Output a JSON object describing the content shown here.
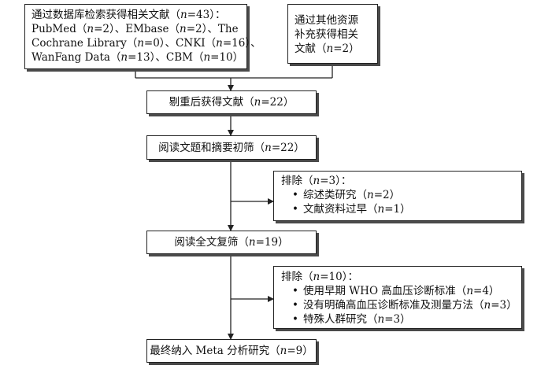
{
  "boxes": {
    "database_search": {
      "line1": "通过数据库检索获得相关文献（n=43）：",
      "line2": "PubMed（n=2）、EMbase（n=2）、The",
      "line3": "Cochrane Library（n=0）、CNKI（n=16）、",
      "line4": "WanFang Data（n=13）、CBM（n=10）"
    },
    "other_sources": {
      "line1": "通过其他资源",
      "line2": "补充获得相关",
      "line3": "文献（n=2）"
    },
    "deduplicated": "剔重后获得文献（n=22）",
    "title_abstract_screen": "阅读文题和摘要初筛（n=22）",
    "exclusion_1": {
      "heading": "排除（n=3）：",
      "items": [
        "综述类研究（n=2）",
        "文献资料过早（n=1）"
      ]
    },
    "fulltext_screen": "阅读全文复筛（n=19）",
    "exclusion_2": {
      "heading": "排除（n=10）：",
      "items": [
        "使用早期 WHO 高血压诊断标准（n=4）",
        "没有明确高血压诊断标准及测量方法（n=3）",
        "特殊人群研究（n=3）"
      ]
    },
    "final_included": "最终纳入 Meta 分析研究（n=9）"
  }
}
